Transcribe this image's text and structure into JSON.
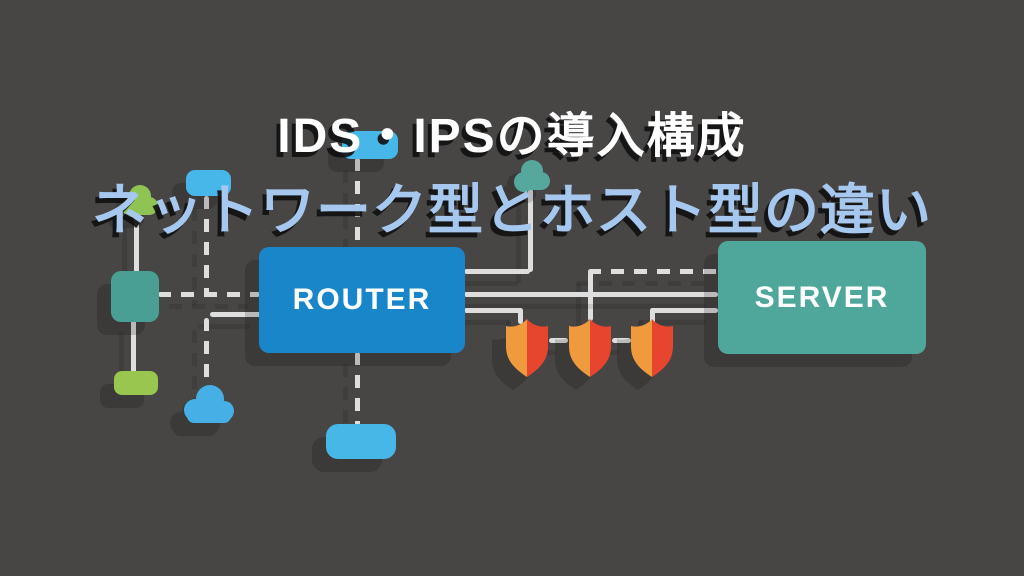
{
  "title": "IDS・IPSの導入構成",
  "subtitle": "ネットワーク型とホスト型の違い",
  "diagram": {
    "router_label": "ROUTER",
    "server_label": "SERVER",
    "icons": {
      "shields": [
        "shield-icon",
        "shield-icon",
        "shield-icon"
      ],
      "clouds": [
        "cloud-icon"
      ],
      "trees": [
        "tree-icon",
        "tree-icon"
      ],
      "nodes": [
        "node-icon-top",
        "node-icon-left",
        "node-icon-bottom",
        "workstation-icon",
        "endpoint-icon"
      ]
    }
  },
  "colors": {
    "background": "#474645",
    "title_text": "#ffffff",
    "subtitle_text": "#a6c8ef",
    "router_box": "#1a86ca",
    "server_box": "#4fa79b",
    "node_light_blue": "#47b6e8",
    "workstation_teal": "#4a9f95",
    "endpoint_green": "#98c64f",
    "tree_green": "#8fc353",
    "tree_teal": "#56a89d",
    "cloud_blue": "#46b0e6",
    "shield_orange": "#f09a3e",
    "shield_red": "#e8452f",
    "line": "#dedede"
  }
}
